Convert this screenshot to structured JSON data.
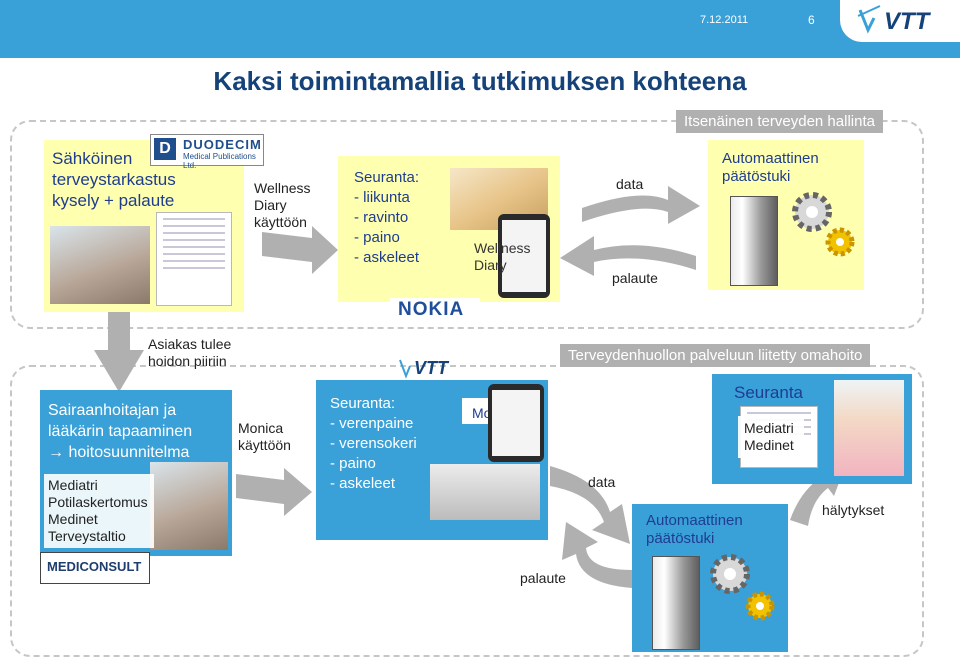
{
  "header": {
    "date": "7.12.2011",
    "page_number": "6",
    "logo_text": "VTT"
  },
  "title": "Kaksi toimintamallia tutkimuksen kohteena",
  "top_section": {
    "label": "Itsenäinen terveyden hallinta",
    "survey": {
      "lines": [
        "Sähköinen",
        "terveystarkastus",
        "kysely + palaute"
      ]
    },
    "duodecim": {
      "letter": "D",
      "name": "DUODECIM",
      "sub": "Medical Publications Ltd."
    },
    "wellness_use": {
      "lines": [
        "Wellness",
        "Diary",
        "käyttöön"
      ]
    },
    "monitoring": {
      "lines": [
        "Seuranta:",
        "- liikunta",
        "- ravinto",
        "- paino",
        "- askeleet"
      ]
    },
    "wellness_diary": {
      "lines": [
        "Wellness",
        "Diary"
      ]
    },
    "nokia": "NOKIA",
    "data": "data",
    "feedback": "palaute",
    "decision": {
      "lines": [
        "Automaattinen",
        "päätöstuki"
      ]
    }
  },
  "middle": {
    "client_enters": {
      "lines": [
        "Asiakas tulee",
        "hoidon piiriin"
      ]
    },
    "label": "Terveydenhuollon palveluun liitetty omahoito"
  },
  "bottom_section": {
    "nurse_meeting": {
      "lines": [
        "Sairaanhoitajan ja",
        "lääkärin tapaaminen",
        "→ hoitosuunnitelma"
      ]
    },
    "systems": {
      "lines": [
        "Mediatri",
        "Potilaskertomus",
        "Medinet",
        "Terveystaltio"
      ]
    },
    "mediconsult": "MEDICONSULT",
    "monica_use": {
      "lines": [
        "Monica",
        "käyttöön"
      ]
    },
    "vtt_logo": "VTT",
    "monitoring": {
      "lines": [
        "Seuranta:",
        "- verenpaine",
        "- verensokeri",
        "- paino",
        "- askeleet"
      ]
    },
    "monica": "Monica",
    "data": "data",
    "feedback": "palaute",
    "decision": {
      "lines": [
        "Automaattinen",
        "päätöstuki"
      ]
    },
    "followup": "Seuranta",
    "followup_systems": {
      "lines": [
        "Mediatri",
        "Medinet"
      ]
    },
    "alerts": "hälytykset"
  },
  "colors": {
    "topbar": "#3aa0d8",
    "yellow_box": "#ffffb0",
    "blue_box": "#3aa0d8",
    "title_text": "#16427a",
    "box_text": "#1f3d8f",
    "arrow": "#b0b0b0"
  }
}
